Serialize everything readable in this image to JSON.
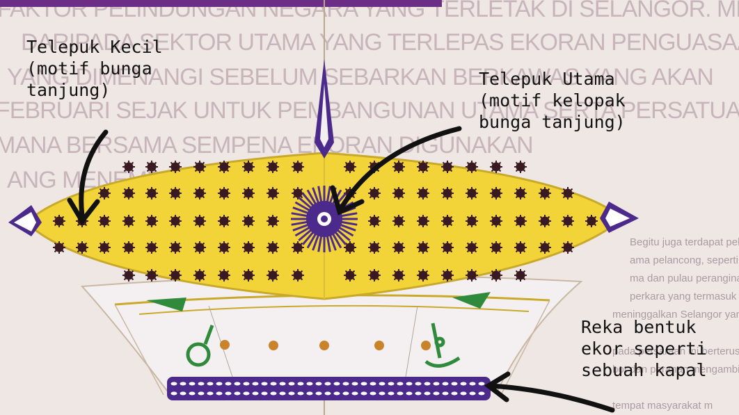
{
  "background_text": {
    "lines": [
      "FAKTOR PELINDUNGAN NEGARA YANG TERLETAK DI SELANGOR. MEMBUAT PENGAKUAN",
      "DARIPADA SEKTOR UTAMA YANG TERLEPAS EKORAN PENGUASAAN",
      "YANG DIMENANGI SEBELUM SEBARKAN BERKAWAS YANG AKAN",
      "FEBRUARI SEJAK UNTUK PEMBANGUNAN UTAMA SERTA PERSATUAN",
      "MANA BERSAMA SEMPENA EKORAN DIGUNAKAN",
      "ANG MENEMPATI"
    ],
    "body_lines": [
      "Begitu juga terdapat pelbagai aktiviti yang menjadi pe",
      "ama pelancong, seperti berkayak dan menyelam di pelbagai la",
      "ma dan pulau peranginan yang dikenali untuk memperkenalkan",
      "perkara yang termasuk dalam pelancongan. Hal ini cerma",
      "meninggalkan Selangor yang",
      "pada persaraan ini berterusan d",
      "bot dan peranan mengambil langkah m",
      "tempat masyarakat m"
    ]
  },
  "annotations": {
    "small_motif": "Telepuk Kecil\n(motif bunga\ntanjung)",
    "main_motif": "Telepuk Utama\n(motif kelopak\nbunga tanjung)",
    "tail": "Reka bentuk\nekor seperti\nsebuah kapal"
  },
  "colors": {
    "kite_body": "#f2d438",
    "kite_outline": "#c9a92a",
    "dots": "#3a1a22",
    "purple": "#4b2a8c",
    "boat": "#f4f0f2",
    "flag": "#2f8a3c",
    "purple_bar": "#6b2d86"
  }
}
